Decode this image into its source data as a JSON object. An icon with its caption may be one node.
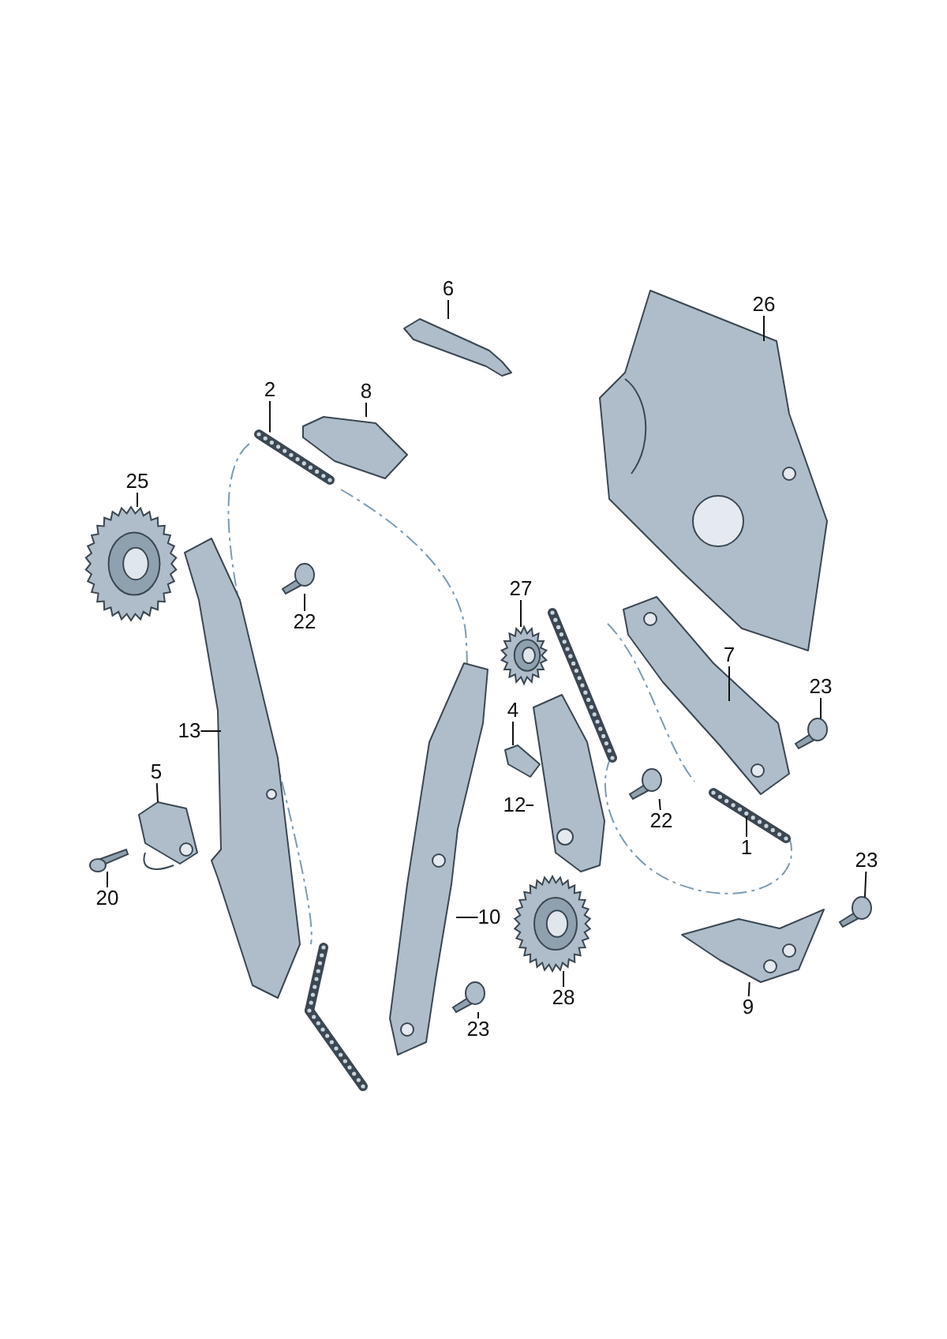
{
  "diagram": {
    "nodes": [
      {
        "text": [
          "6"
        ]
      },
      {
        "text": [
          "26"
        ]
      },
      {
        "text": [
          "2"
        ]
      },
      {
        "text": [
          "8"
        ]
      },
      {
        "text": [
          "25"
        ]
      },
      {
        "text": [
          "22"
        ]
      },
      {
        "text": [
          "27"
        ]
      },
      {
        "text": [
          "7"
        ]
      },
      {
        "text": [
          "23"
        ]
      },
      {
        "text": [
          "4"
        ]
      },
      {
        "text": [
          "13"
        ]
      },
      {
        "text": [
          "5"
        ]
      },
      {
        "text": [
          "12"
        ]
      },
      {
        "text": [
          "22"
        ]
      },
      {
        "text": [
          "1"
        ]
      },
      {
        "text": [
          "20"
        ]
      },
      {
        "text": [
          "10"
        ]
      },
      {
        "text": [
          "23"
        ]
      },
      {
        "text": [
          "9"
        ]
      },
      {
        "text": [
          "28"
        ]
      },
      {
        "text": [
          "23"
        ]
      },
      {
        "text": [],
        "shape": "picture"
      },
      {
        "text": [],
        "shape": "picture"
      },
      {
        "text": [],
        "shape": "picture"
      },
      {
        "text": [],
        "shape": "picture"
      },
      {
        "text": [],
        "shape": "picture"
      },
      {
        "text": [],
        "shape": "picture"
      },
      {
        "text": [],
        "shape": "picture"
      },
      {
        "text": [],
        "shape": "picture"
      },
      {
        "text": [],
        "shape": "picture"
      },
      {
        "text": [],
        "shape": "picture"
      },
      {
        "text": [],
        "shape": "picture"
      },
      {
        "text": [],
        "shape": "picture"
      },
      {
        "text": [],
        "shape": "picture"
      },
      {
        "text": [],
        "shape": "picture"
      },
      {
        "text": [],
        "shape": "picture"
      },
      {
        "text": [],
        "shape": "picture"
      },
      {
        "text": [],
        "shape": "picture"
      },
      {
        "text": [],
        "shape": "picture"
      },
      {
        "text": [],
        "shape": "picture"
      },
      {
        "text": [],
        "shape": "picture"
      },
      {
        "text": [],
        "shape": "picture"
      }
    ],
    "edges": [
      {
        "from": 0,
        "to": 21,
        "arrow": "none"
      },
      {
        "from": 1,
        "to": 22,
        "arrow": "none"
      },
      {
        "from": 2,
        "to": 23,
        "arrow": "none"
      },
      {
        "from": 3,
        "to": 24,
        "arrow": "none"
      },
      {
        "from": 4,
        "to": 25,
        "arrow": "none"
      },
      {
        "from": 5,
        "to": 26,
        "arrow": "none"
      },
      {
        "from": 6,
        "to": 27,
        "arrow": "none"
      },
      {
        "from": 7,
        "to": 28,
        "arrow": "none"
      },
      {
        "from": 8,
        "to": 29,
        "arrow": "none"
      },
      {
        "from": 9,
        "to": 30,
        "arrow": "none"
      },
      {
        "from": 10,
        "to": 31,
        "arrow": "none"
      },
      {
        "from": 11,
        "to": 32,
        "arrow": "none"
      },
      {
        "from": 12,
        "to": 33,
        "arrow": "none"
      },
      {
        "from": 13,
        "to": 34,
        "arrow": "none"
      },
      {
        "from": 14,
        "to": 35,
        "arrow": "none"
      },
      {
        "from": 15,
        "to": 36,
        "arrow": "none"
      },
      {
        "from": 16,
        "to": 37,
        "arrow": "none"
      },
      {
        "from": 17,
        "to": 38,
        "arrow": "none"
      },
      {
        "from": 18,
        "to": 39,
        "arrow": "none"
      },
      {
        "from": 19,
        "to": 40,
        "arrow": "none"
      },
      {
        "from": 20,
        "to": 41,
        "arrow": "none"
      }
    ]
  }
}
